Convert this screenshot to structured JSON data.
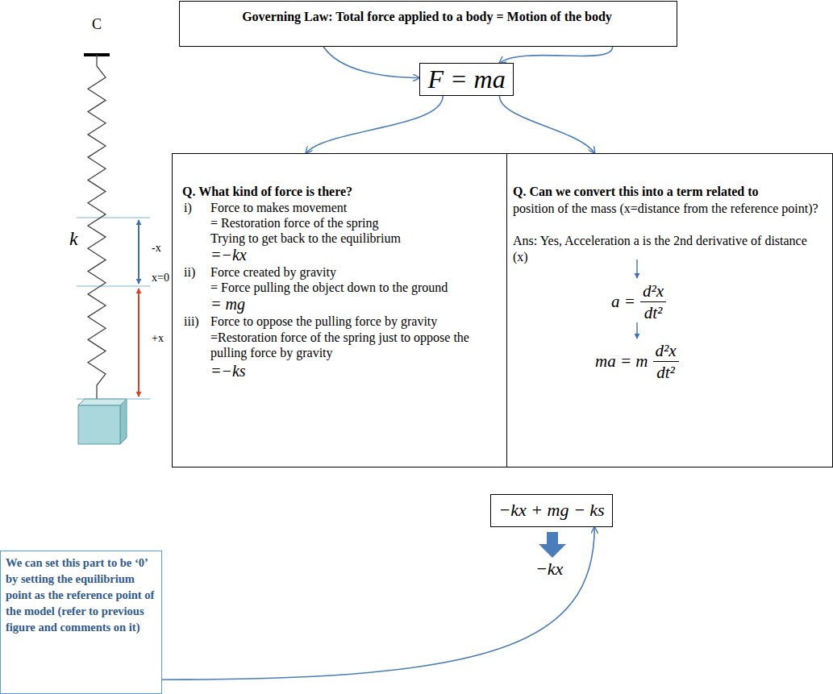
{
  "diagram": {
    "nodes": [
      {
        "text": [
          "Governing Law: Total force applied to a body = Motion of the body"
        ]
      },
      {
        "text": [
          "F = ma"
        ]
      },
      {
        "text": [
          "Q. What kind of force is there?",
          "i)",
          "Force to makes movement",
          "= Restoration force of the spring",
          "Trying to get back to the equilibrium",
          "=−kx",
          "ii)",
          "Force created by gravity",
          "= Force pulling the object down to the ground",
          "= mg",
          "iii)",
          "Force to oppose the pulling force by gravity",
          "=Restoration force of the spring just to oppose the pulling force by gravity",
          "=−ks"
        ]
      },
      {
        "text": [
          "Q. Can we convert this into a term related to",
          "position of the mass (x=distance from the reference point)?",
          "Ans: Yes, Acceleration a is the 2nd derivative of distance (x)",
          "a =",
          "d²x",
          "dt²",
          "ma = m",
          "d²x",
          "dt²"
        ]
      },
      {
        "text": [
          "−kx + mg − ks"
        ]
      },
      {
        "text": [
          "We can set this part to be ‘0’ by setting the equilibrium point as the reference point of the model (refer to previous figure and comments on it)"
        ]
      }
    ],
    "edges": [
      {
        "from": 0,
        "to": 1,
        "arrow": "to"
      },
      {
        "from": 0,
        "to": 1,
        "arrow": "to"
      },
      {
        "from": 1,
        "to": 2,
        "arrow": "to"
      },
      {
        "from": 1,
        "to": 3,
        "arrow": "to"
      },
      {
        "from": 5,
        "to": 4,
        "arrow": "to"
      }
    ],
    "labels": [
      "C",
      "k",
      "-x",
      "x=0",
      "+x",
      "−kx"
    ]
  }
}
